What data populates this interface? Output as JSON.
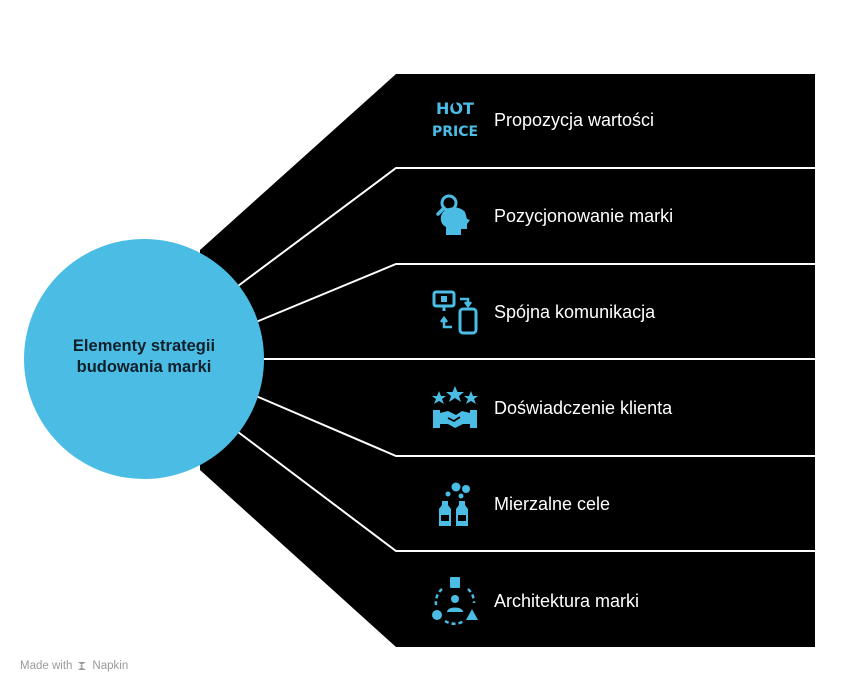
{
  "diagram": {
    "center": {
      "lines": [
        "Elementy strategii",
        "budowania marki"
      ]
    },
    "items": [
      {
        "label": "Propozycja wartości",
        "icon": "hot-price-icon",
        "icon_text": [
          "HOT",
          "PRICE"
        ]
      },
      {
        "label": "Pozycjonowanie marki",
        "icon": "head-search-icon"
      },
      {
        "label": "Spójna komunikacja",
        "icon": "device-sync-icon"
      },
      {
        "label": "Doświadczenie klienta",
        "icon": "stars-handshake-icon"
      },
      {
        "label": "Mierzalne cele",
        "icon": "goal-bottles-icon"
      },
      {
        "label": "Architektura marki",
        "icon": "brand-network-icon"
      }
    ]
  },
  "colors": {
    "accent": "#4BBDE5",
    "band": "#000000",
    "divider": "#ffffff"
  },
  "footer": {
    "made_with": "Made with",
    "brand": "Napkin"
  }
}
